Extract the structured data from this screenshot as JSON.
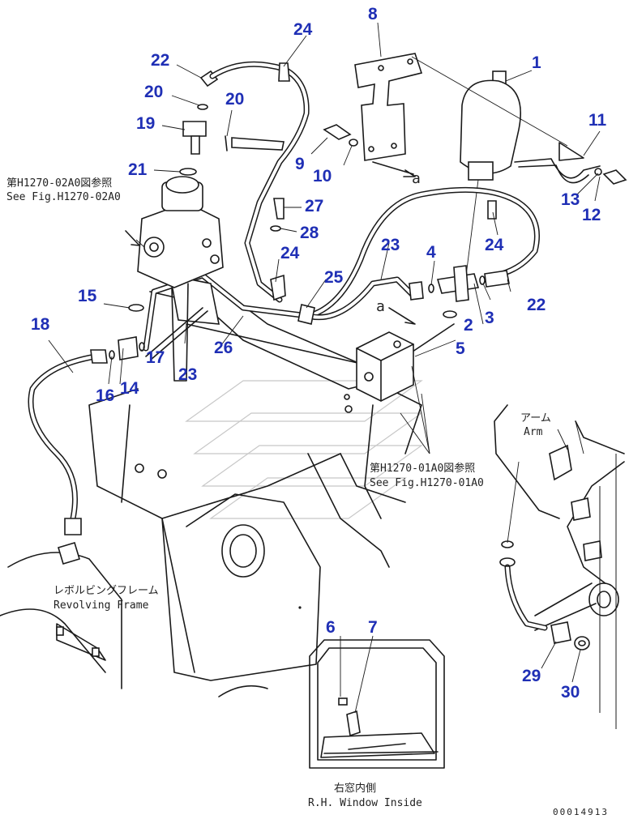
{
  "callouts": [
    {
      "id": "c1",
      "text": "1"
    },
    {
      "id": "c2",
      "text": "2"
    },
    {
      "id": "c3",
      "text": "3"
    },
    {
      "id": "c4",
      "text": "4"
    },
    {
      "id": "c5",
      "text": "5"
    },
    {
      "id": "c6",
      "text": "6"
    },
    {
      "id": "c7",
      "text": "7"
    },
    {
      "id": "c8",
      "text": "8"
    },
    {
      "id": "c9",
      "text": "9"
    },
    {
      "id": "c10",
      "text": "10"
    },
    {
      "id": "c11",
      "text": "11"
    },
    {
      "id": "c12",
      "text": "12"
    },
    {
      "id": "c13",
      "text": "13"
    },
    {
      "id": "c14",
      "text": "14"
    },
    {
      "id": "c15",
      "text": "15"
    },
    {
      "id": "c16",
      "text": "16"
    },
    {
      "id": "c17",
      "text": "17"
    },
    {
      "id": "c18",
      "text": "18"
    },
    {
      "id": "c19",
      "text": "19"
    },
    {
      "id": "c20a",
      "text": "20"
    },
    {
      "id": "c20b",
      "text": "20"
    },
    {
      "id": "c21",
      "text": "21"
    },
    {
      "id": "c22a",
      "text": "22"
    },
    {
      "id": "c22b",
      "text": "22"
    },
    {
      "id": "c23a",
      "text": "23"
    },
    {
      "id": "c23b",
      "text": "23"
    },
    {
      "id": "c24a",
      "text": "24"
    },
    {
      "id": "c24b",
      "text": "24"
    },
    {
      "id": "c24c",
      "text": "24"
    },
    {
      "id": "c25",
      "text": "25"
    },
    {
      "id": "c26",
      "text": "26"
    },
    {
      "id": "c27",
      "text": "27"
    },
    {
      "id": "c28",
      "text": "28"
    },
    {
      "id": "c29",
      "text": "29"
    },
    {
      "id": "c30",
      "text": "30"
    }
  ],
  "notes": {
    "ref_02a0_jp": "第H1270-02A0図参照",
    "ref_02a0_en": "See Fig.H1270-02A0",
    "ref_01a0_jp": "第H1270-01A0図参照",
    "ref_01a0_en": "See Fig.H1270-01A0",
    "arm_jp": "アーム",
    "arm_en": "Arm",
    "revolving_jp": "レボルビングフレーム",
    "revolving_en": "Revolving Frame",
    "window_jp": "右窓内側",
    "window_en": "R.H. Window Inside",
    "mark_a1": "a",
    "mark_a2": "a"
  },
  "drawing_code": "00014913",
  "colors": {
    "callout": "#1f2fb5",
    "line": "#1a1a1a",
    "watermark": "#c8c8c8"
  }
}
